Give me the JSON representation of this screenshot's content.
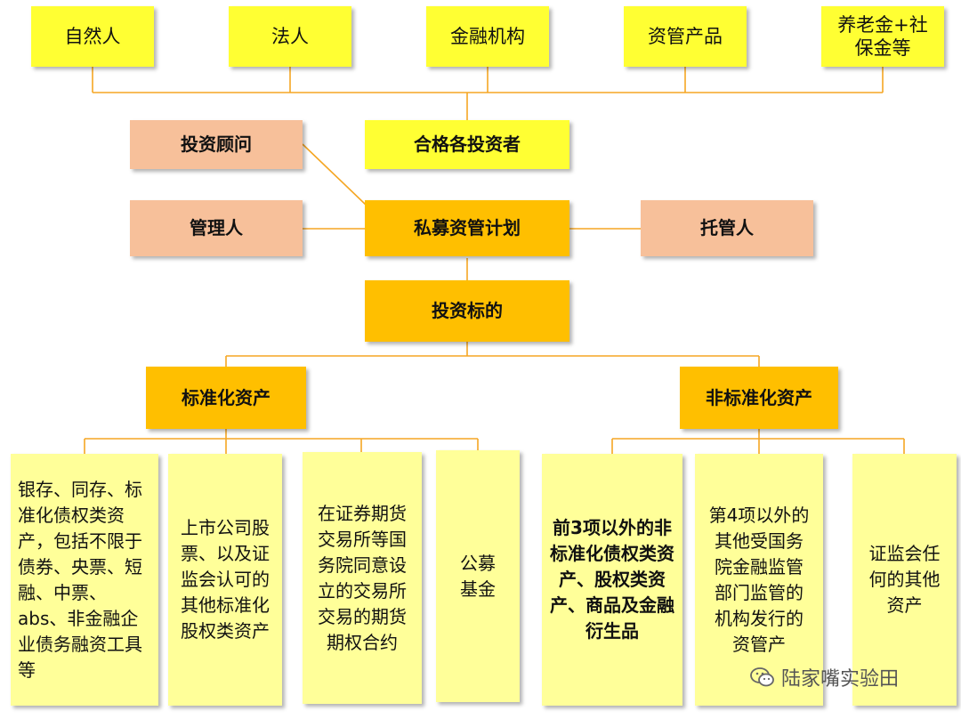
{
  "colors": {
    "yellow": "#ffff33",
    "salmon": "#f7c09a",
    "orange": "#ffbf00",
    "pale_yellow": "#ffff99",
    "line": "#f5a623"
  },
  "investors": [
    "自然人",
    "法人",
    "金融机构",
    "资管产品",
    "养老金+社保金等"
  ],
  "qualified_investor": "合格各投资者",
  "investment_advisor": "投资顾问",
  "manager": "管理人",
  "plan": "私募资管计划",
  "custodian": "托管人",
  "investment_target": "投资标的",
  "standardized": {
    "label": "标准化资产",
    "items": [
      "银存、同存、标准化债权类资产，包括不限于债券、央票、短融、中票、abs、非金融企业债务融资工具等",
      "上市公司股票、以及证监会认可的其他标准化股权类资产",
      "在证券期货交易所等国务院同意设立的交易所交易的期货期权合约",
      "公募基金"
    ]
  },
  "non_standardized": {
    "label": "非标准化资产",
    "items": [
      "前3项以外的非标准化债权类资产、股权类资产、商品及金融衍生品",
      "第4项以外的其他受国务院金融监管部门监管的机构发行的资管产",
      "证监会任何的其他资产"
    ]
  },
  "watermark": "陆家嘴实验田",
  "watermark_icon": "wechat-icon"
}
